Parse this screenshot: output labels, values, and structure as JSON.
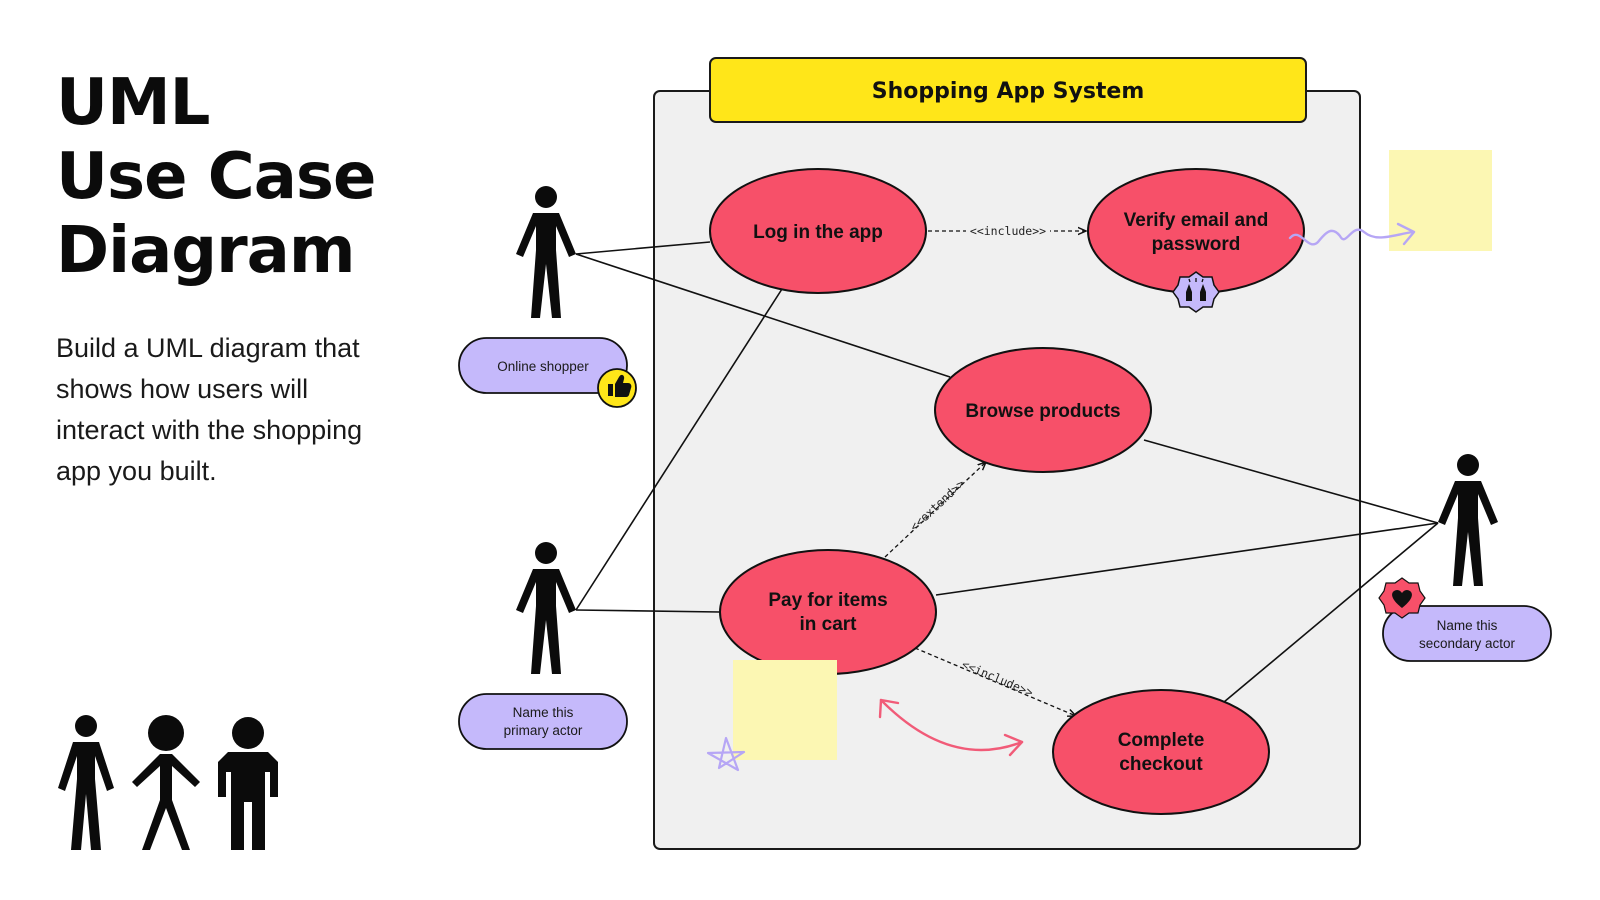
{
  "heading": {
    "line1": "UML",
    "line2": "Use Case",
    "line3": "Diagram",
    "description": "Build a UML diagram that shows how users will interact with the shopping app you built."
  },
  "system": {
    "title": "Shopping App System"
  },
  "use_cases": {
    "login": "Log in the app",
    "verify_line1": "Verify email and",
    "verify_line2": "password",
    "browse": "Browse products",
    "pay_line1": "Pay for items",
    "pay_line2": "in cart",
    "checkout_line1": "Complete",
    "checkout_line2": "checkout"
  },
  "relationships": {
    "include_login_verify": "<<include>>",
    "extend_pay_browse": "<<extend>>",
    "include_pay_checkout": "<<include>>"
  },
  "actors": {
    "online_shopper": "Online shopper",
    "primary_line1": "Name this",
    "primary_line2": "primary actor",
    "secondary_line1": "Name this",
    "secondary_line2": "secondary actor"
  },
  "icons": {
    "thumbs_up": "thumbs-up-icon",
    "heart": "heart-icon",
    "hands": "raised-hands-icon",
    "star": "star-doodle-icon"
  },
  "colors": {
    "use_case_fill": "#f75069",
    "label_fill": "#c5b9fb",
    "system_bg": "#f0f0f0",
    "title_bar": "#ffe619",
    "sticky_note": "#fcf7b3",
    "arrow_accent": "#f15b78",
    "doodle_purple": "#b6a6f5"
  }
}
